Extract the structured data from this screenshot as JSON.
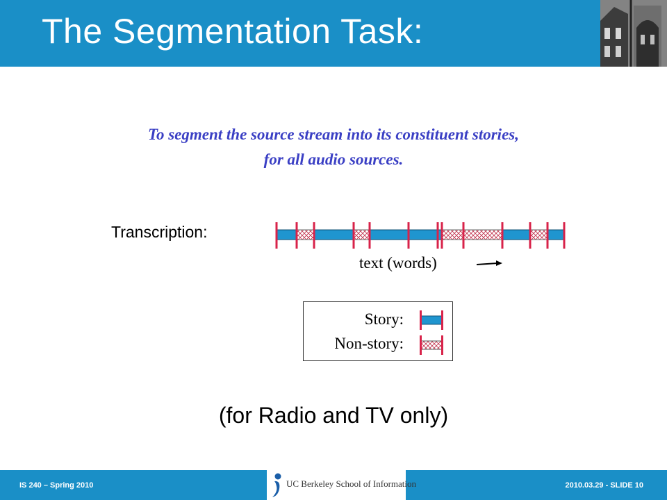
{
  "slide": {
    "title": "The Segmentation Task:",
    "subtitle_line1": "To segment the source stream into its constituent stories,",
    "subtitle_line2": "for all audio sources.",
    "transcription_label": "Transcription:",
    "axis_label": "text (words)",
    "note": "(for Radio and TV only)"
  },
  "legend": {
    "story_label": "Story:",
    "nonstory_label": "Non-story:"
  },
  "timeline": {
    "segments": [
      "story",
      "non-story",
      "story",
      "non-story",
      "story",
      "story",
      "story",
      "non-story",
      "non-story",
      "story",
      "non-story",
      "story"
    ]
  },
  "footer": {
    "left": "IS 240 – Spring 2010",
    "right": "2010.03.29 - SLIDE 10",
    "logo_text": "UC Berkeley School of Information"
  },
  "colors": {
    "header_blue": "#1a8fc7",
    "story_fill": "#1f95cf",
    "boundary_red": "#d8234a",
    "subtitle_blue": "#3a3fc4"
  }
}
